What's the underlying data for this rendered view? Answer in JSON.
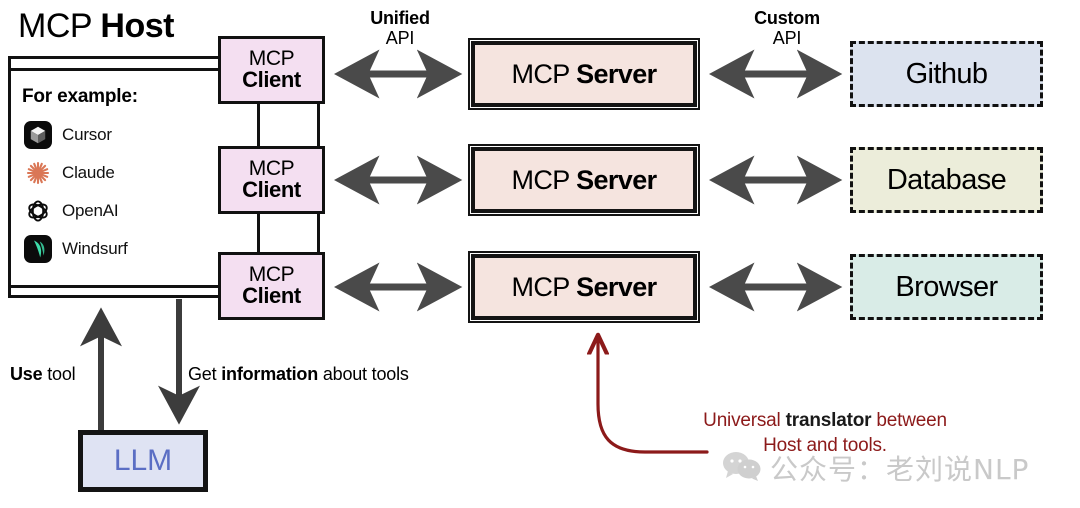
{
  "host": {
    "title_light": "MCP ",
    "title_bold": "Host",
    "for_example_label": "For example:",
    "examples": [
      {
        "label": "Cursor",
        "icon": "cursor-icon"
      },
      {
        "label": "Claude",
        "icon": "claude-icon"
      },
      {
        "label": "OpenAI",
        "icon": "openai-icon"
      },
      {
        "label": "Windsurf",
        "icon": "windsurf-icon"
      }
    ]
  },
  "clients": [
    {
      "line1": "MCP",
      "line2": "Client"
    },
    {
      "line1": "MCP",
      "line2": "Client"
    },
    {
      "line1": "MCP",
      "line2": "Client"
    }
  ],
  "servers": [
    {
      "light": "MCP ",
      "bold": "Server"
    },
    {
      "light": "MCP ",
      "bold": "Server"
    },
    {
      "light": "MCP ",
      "bold": "Server"
    }
  ],
  "tools": [
    {
      "label": "Github",
      "color": "#dce3ef"
    },
    {
      "label": "Database",
      "color": "#ecedda"
    },
    {
      "label": "Browser",
      "color": "#d9ece7"
    }
  ],
  "api_labels": {
    "unified": {
      "bold": "Unified",
      "plain": "API"
    },
    "custom": {
      "bold": "Custom",
      "plain": "API"
    }
  },
  "flows": {
    "use_tool_bold": "Use",
    "use_tool_plain": " tool",
    "get_info_pre": "Get ",
    "get_info_bold": "information",
    "get_info_post": " about tools"
  },
  "llm": {
    "label": "LLM",
    "text_color": "#5b6ec4",
    "fill": "#dfe3f3"
  },
  "annotation": {
    "line1_pre": "Universal ",
    "line1_bold": "translator",
    "line1_post": " between",
    "line2": "Host and tools.",
    "color": "#8c1a1a"
  },
  "watermark": {
    "text": "公众号：老刘说NLP",
    "icon": "wechat-icon",
    "color": "#c9c9c9"
  },
  "palette": {
    "client_fill": "#f4dff1",
    "server_fill": "#f5e4df",
    "arrow_gray": "#4a4a4a",
    "stroke_black": "#111111"
  }
}
